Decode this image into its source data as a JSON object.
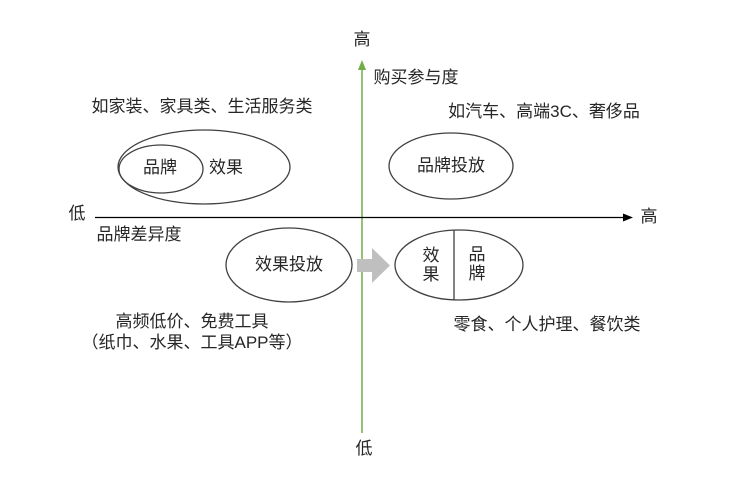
{
  "diagram": {
    "y_axis": {
      "title": "购买参与度",
      "top": "高",
      "bottom": "低"
    },
    "x_axis": {
      "title": "品牌差异度",
      "left": "低",
      "right": "高"
    },
    "quadrant_top_left": {
      "caption": "如家装、家具类、生活服务类",
      "inner_ellipse_label": "品牌",
      "outer_ellipse_label": "效果"
    },
    "quadrant_top_right": {
      "caption": "如汽车、高端3C、奢侈品",
      "ellipse_label": "品牌投放"
    },
    "quadrant_bottom_left": {
      "caption_line1": "高频低价、免费工具",
      "caption_line2": "（纸巾、水果、工具APP等）",
      "ellipse_label": "效果投放"
    },
    "quadrant_bottom_right": {
      "caption": "零食、个人护理、餐饮类",
      "split_left_label": "效果",
      "split_right_label": "品牌"
    },
    "transition_arrow_icon": "right-block-arrow"
  },
  "colors": {
    "vertical_axis": "#70ad47",
    "horizontal_axis": "#000000",
    "ellipse_stroke": "#404040",
    "arrow_fill": "#bfbfbf",
    "text": "#262626",
    "background": "#ffffff"
  }
}
